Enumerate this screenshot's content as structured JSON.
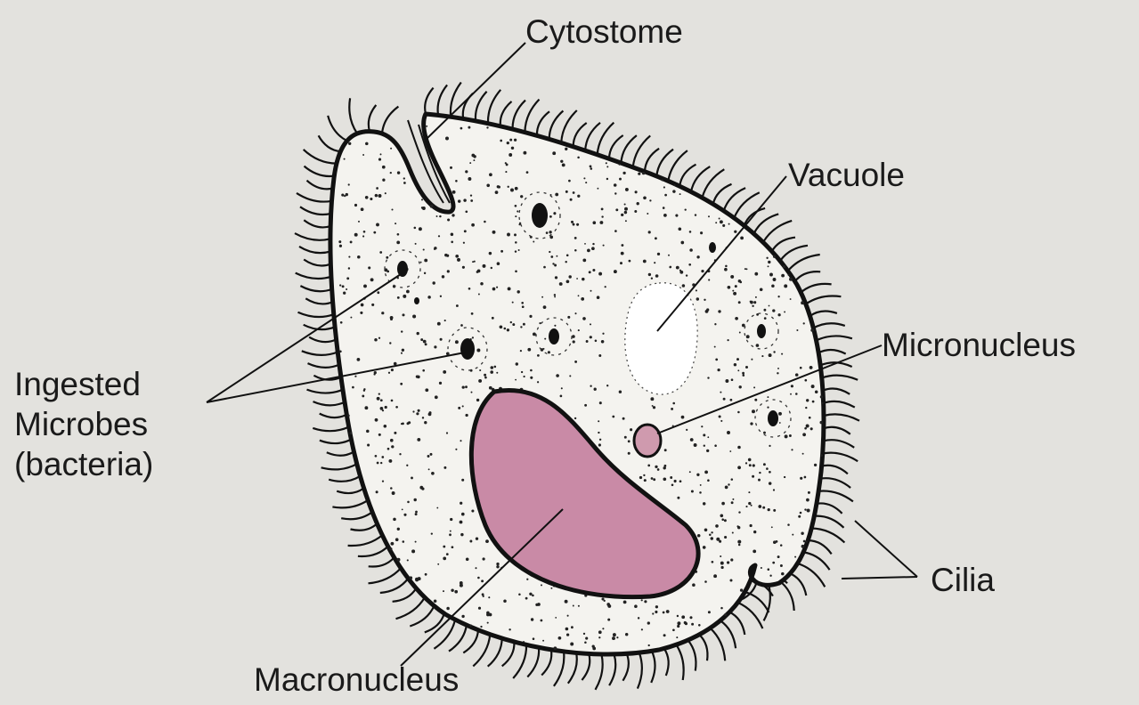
{
  "labels": {
    "cytostome": "Cytostome",
    "vacuole": "Vacuole",
    "micronucleus": "Micronucleus",
    "ingested_line1": "Ingested",
    "ingested_line2": "Microbes",
    "ingested_line3": "(bacteria)",
    "cilia": "Cilia",
    "macronucleus": "Macronucleus"
  },
  "colors": {
    "background": "#e3e2de",
    "cell_fill": "#f4f3ef",
    "outline": "#111111",
    "macronucleus_fill": "#c98aa6",
    "micronucleus_fill": "#cf9aae"
  }
}
